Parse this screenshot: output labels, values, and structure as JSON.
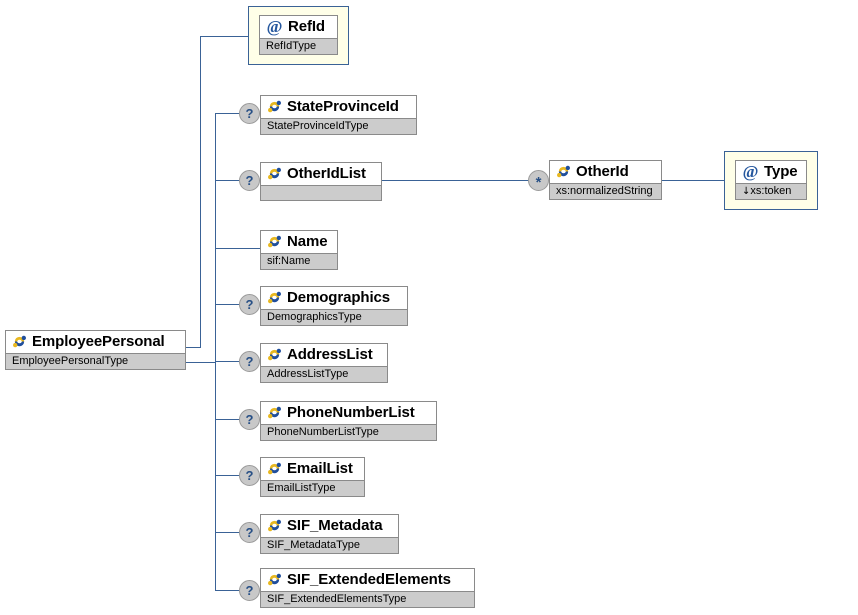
{
  "diagram": {
    "type": "xsd-schema-tree",
    "root": {
      "name": "EmployeePersonal",
      "type": "EmployeePersonalType",
      "kind": "element",
      "icon": "element-icon",
      "occurrence": null
    },
    "attributes": [
      {
        "name": "RefId",
        "type": "RefIdType",
        "kind": "attribute",
        "icon": "attribute-icon",
        "occurrence": null
      }
    ],
    "children": [
      {
        "name": "StateProvinceId",
        "type": "StateProvinceIdType",
        "kind": "element",
        "icon": "element-icon",
        "occurrence": "?"
      },
      {
        "name": "OtherIdList",
        "type": "",
        "kind": "element",
        "icon": "element-icon",
        "occurrence": "?"
      },
      {
        "name": "Name",
        "type": "sif:Name",
        "kind": "element",
        "icon": "element-icon",
        "occurrence": null
      },
      {
        "name": "Demographics",
        "type": "DemographicsType",
        "kind": "element",
        "icon": "element-icon",
        "occurrence": "?"
      },
      {
        "name": "AddressList",
        "type": "AddressListType",
        "kind": "element",
        "icon": "element-icon",
        "occurrence": "?"
      },
      {
        "name": "PhoneNumberList",
        "type": "PhoneNumberListType",
        "kind": "element",
        "icon": "element-icon",
        "occurrence": "?"
      },
      {
        "name": "EmailList",
        "type": "EmailListType",
        "kind": "element",
        "icon": "element-icon",
        "occurrence": "?"
      },
      {
        "name": "SIF_Metadata",
        "type": "SIF_MetadataType",
        "kind": "element",
        "icon": "element-icon",
        "occurrence": "?"
      },
      {
        "name": "SIF_ExtendedElements",
        "type": "SIF_ExtendedElementsType",
        "kind": "element",
        "icon": "element-icon",
        "occurrence": "?"
      }
    ],
    "otherid_branch": {
      "element": {
        "name": "OtherId",
        "type": "xs:normalizedString",
        "kind": "element",
        "icon": "element-icon",
        "occurrence": "*"
      },
      "attribute": {
        "name": "Type",
        "type": "xs:token",
        "type_prefix": "↓",
        "kind": "attribute",
        "icon": "attribute-icon",
        "occurrence": null
      }
    }
  },
  "colors": {
    "line": "#3a6296",
    "box_border": "#8a8a8a",
    "type_row_bg": "#cccccc",
    "attribute_frame_bg": "#ffffe8",
    "attribute_frame_border": "#3a6296",
    "occurrence_bg": "#c8c8c8",
    "occurrence_text": "#274f85",
    "icon_blue": "#25579e",
    "icon_gold": "#e8b820",
    "background": "#ffffff"
  },
  "labels": {
    "attribute_symbol": "@",
    "optional_symbol": "?",
    "repeat_symbol": "*"
  }
}
